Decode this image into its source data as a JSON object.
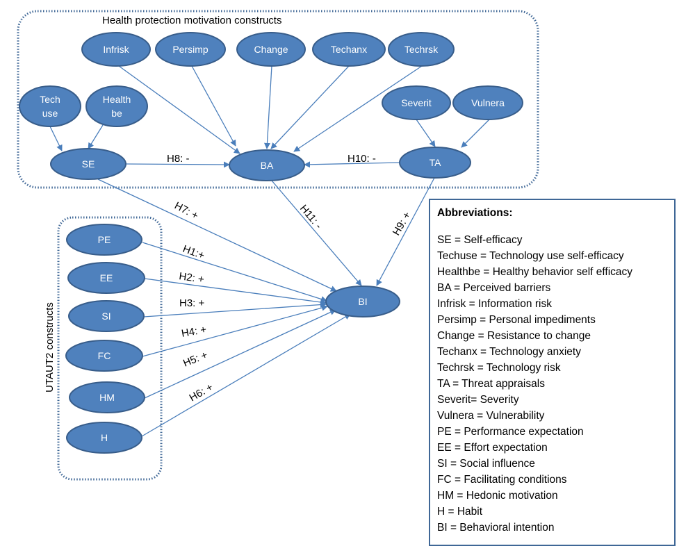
{
  "groups": {
    "hpm": "Health protection motivation constructs",
    "utaut": "UTAUT2 constructs"
  },
  "nodes": {
    "infrisk": [
      "Infrisk"
    ],
    "persimp": [
      "Persimp"
    ],
    "change": [
      "Change"
    ],
    "techanx": [
      "Techanx"
    ],
    "techrsk": [
      "Techrsk"
    ],
    "techuse": [
      "Tech",
      "use"
    ],
    "healthbe": [
      "Health",
      "be"
    ],
    "severit": [
      "Severit"
    ],
    "vulnera": [
      "Vulnera"
    ],
    "se": [
      "SE"
    ],
    "ba": [
      "BA"
    ],
    "ta": [
      "TA"
    ],
    "pe": [
      "PE"
    ],
    "ee": [
      "EE"
    ],
    "si": [
      "SI"
    ],
    "fc": [
      "FC"
    ],
    "hm": [
      "HM"
    ],
    "h": [
      "H"
    ],
    "bi": [
      "BI"
    ]
  },
  "edges": [
    {
      "from": "infrisk",
      "to": "ba",
      "label": ""
    },
    {
      "from": "persimp",
      "to": "ba",
      "label": ""
    },
    {
      "from": "change",
      "to": "ba",
      "label": ""
    },
    {
      "from": "techanx",
      "to": "ba",
      "label": ""
    },
    {
      "from": "techrsk",
      "to": "ba",
      "label": ""
    },
    {
      "from": "techuse",
      "to": "se",
      "label": ""
    },
    {
      "from": "healthbe",
      "to": "se",
      "label": ""
    },
    {
      "from": "severit",
      "to": "ta",
      "label": ""
    },
    {
      "from": "vulnera",
      "to": "ta",
      "label": ""
    },
    {
      "from": "se",
      "to": "ba",
      "label": "H8: -"
    },
    {
      "from": "ta",
      "to": "ba",
      "label": "H10: -"
    },
    {
      "from": "se",
      "to": "bi",
      "label": "H7: +"
    },
    {
      "from": "ba",
      "to": "bi",
      "label": "H11: -"
    },
    {
      "from": "ta",
      "to": "bi",
      "label": "H9: +"
    },
    {
      "from": "pe",
      "to": "bi",
      "label": "H1:+"
    },
    {
      "from": "ee",
      "to": "bi",
      "label": "H2: +"
    },
    {
      "from": "si",
      "to": "bi",
      "label": "H3: +"
    },
    {
      "from": "fc",
      "to": "bi",
      "label": "H4: +"
    },
    {
      "from": "hm",
      "to": "bi",
      "label": "H5: +"
    },
    {
      "from": "h",
      "to": "bi",
      "label": "H6: +"
    }
  ],
  "abbreviations": {
    "title": "Abbreviations:",
    "items": [
      "SE = Self-efficacy",
      "Techuse = Technology use self-efficacy",
      "Healthbe = Healthy behavior self efficacy",
      "BA = Perceived barriers",
      "Infrisk = Information risk",
      "Persimp = Personal impediments",
      "Change = Resistance to change",
      "Techanx = Technology anxiety",
      "Techrsk  = Technology risk",
      "TA = Threat appraisals",
      "Severit= Severity",
      "Vulnera = Vulnerability",
      "PE = Performance expectation",
      "EE = Effort expectation",
      "SI = Social influence",
      "FC = Facilitating conditions",
      "HM = Hedonic motivation",
      "H = Habit",
      "BI = Behavioral intention"
    ]
  },
  "colors": {
    "node_fill": "#4f81bd",
    "node_stroke": "#385d8a",
    "edge": "#4a7ebb",
    "group_border": "#3f6796",
    "box_border": "#3f6796"
  }
}
